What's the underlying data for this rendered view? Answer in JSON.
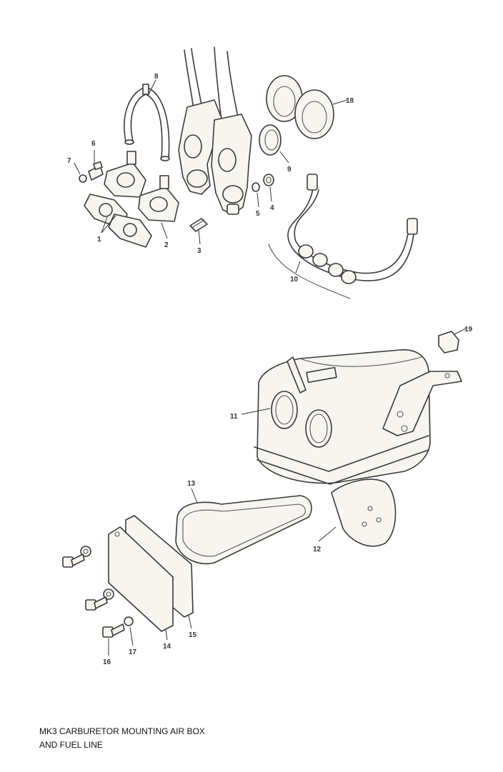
{
  "caption": {
    "line1": "MK3 CARBURETOR MOUNTING AIR BOX",
    "line2": "AND FUEL LINE"
  },
  "callouts": {
    "c1": "1",
    "c2": "2",
    "c3": "3",
    "c4": "4",
    "c5": "5",
    "c6": "6",
    "c7": "7",
    "c8": "8",
    "c9": "9",
    "c10": "10",
    "c11": "11",
    "c12": "12",
    "c13": "13",
    "c14": "14",
    "c15": "15",
    "c16": "16",
    "c17": "17",
    "c18": "18",
    "c19": "19"
  }
}
